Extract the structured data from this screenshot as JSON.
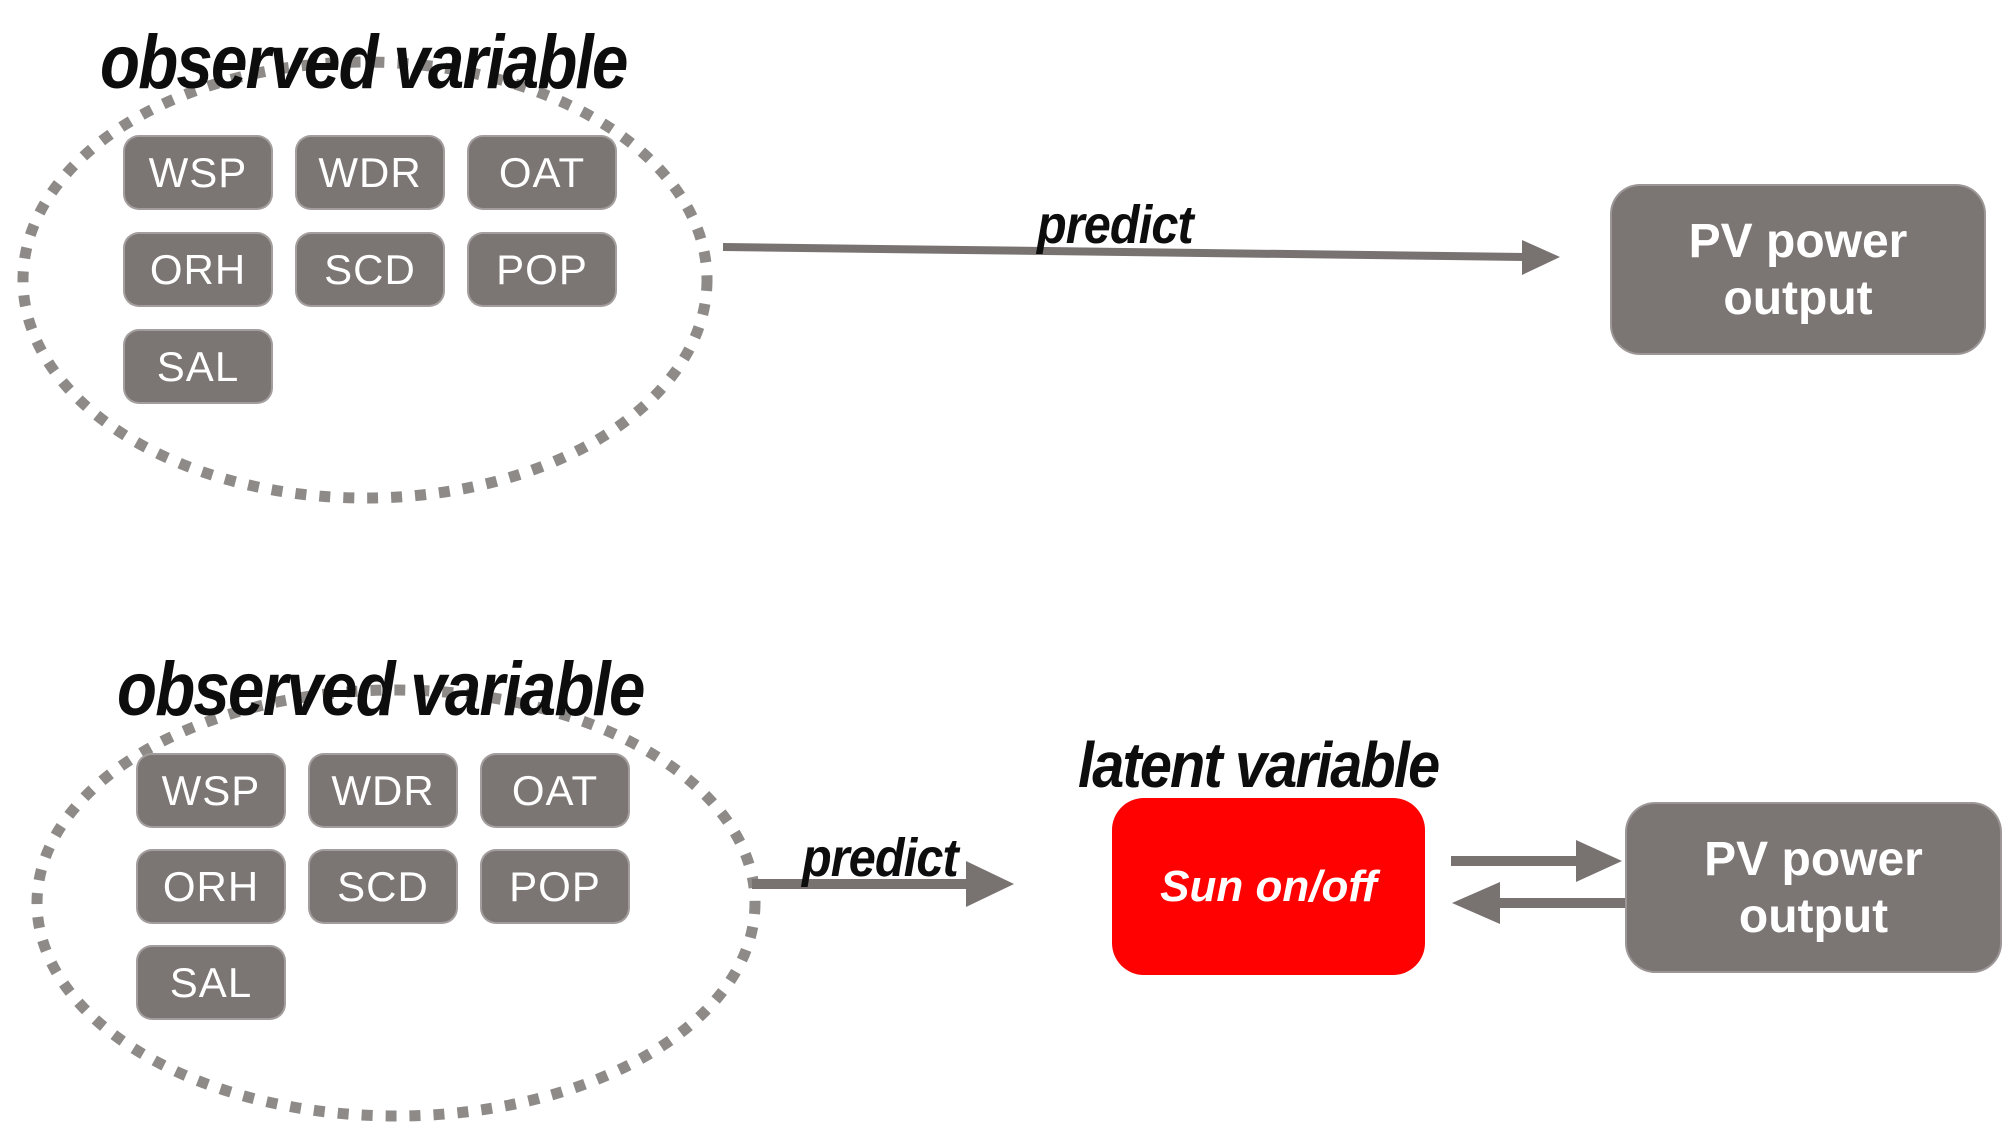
{
  "colors": {
    "box_gray": "#7b7573",
    "arrow_gray": "#787271",
    "dot_gray": "#8e8a88",
    "latent_red": "#fe0100",
    "label_white": "#ffffff",
    "title_black": "#0d0d0d"
  },
  "top_panel": {
    "group_label": "observed variable",
    "variables": [
      "WSP",
      "WDR",
      "OAT",
      "ORH",
      "SCD",
      "POP",
      "SAL"
    ],
    "arrow_label": "predict",
    "output_lines": [
      "PV power",
      "output"
    ]
  },
  "bottom_panel": {
    "group_label": "observed variable",
    "variables": [
      "WSP",
      "WDR",
      "OAT",
      "ORH",
      "SCD",
      "POP",
      "SAL"
    ],
    "arrow_label": "predict",
    "latent_label": "latent variable",
    "latent_value": "Sun on/off",
    "output_lines": [
      "PV power",
      "output"
    ]
  }
}
